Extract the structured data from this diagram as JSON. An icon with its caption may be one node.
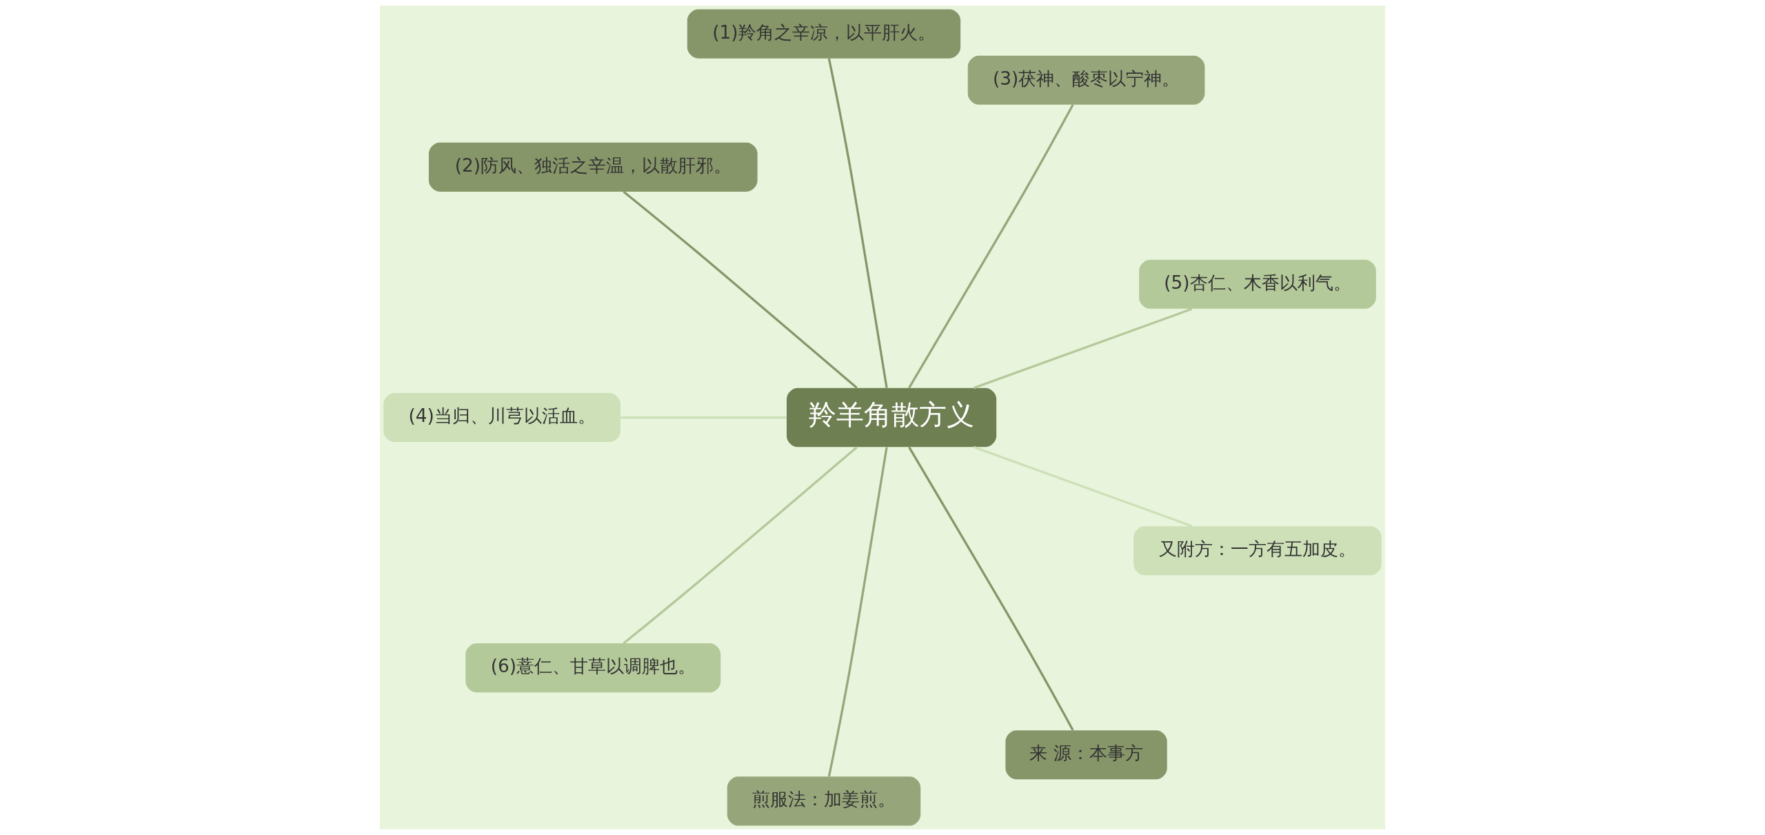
{
  "diagram": {
    "nodes": [
      {
        "text": [
          "羚羊角散方义"
        ]
      },
      {
        "text": [
          "(1)羚角之辛凉，以平肝火。"
        ]
      },
      {
        "text": [
          "(2)防风、独活之辛温，以散肝邪。"
        ]
      },
      {
        "text": [
          "(3)茯神、酸枣以宁神。"
        ]
      },
      {
        "text": [
          "(4)当归、川芎以活血。"
        ]
      },
      {
        "text": [
          "(5)杏仁、木香以利气。"
        ]
      },
      {
        "text": [
          "(6)薏仁、甘草以调脾也。"
        ]
      },
      {
        "text": [
          "又附方：一方有五加皮。"
        ]
      },
      {
        "text": [
          "煎服法：加姜煎。"
        ]
      },
      {
        "text": [
          "来 源：本事方"
        ]
      }
    ],
    "edges": [
      {
        "from": 0,
        "to": 1,
        "arrow": "none"
      },
      {
        "from": 0,
        "to": 2,
        "arrow": "none"
      },
      {
        "from": 0,
        "to": 3,
        "arrow": "none",
        "color": "#97a67a"
      },
      {
        "from": 0,
        "to": 4,
        "arrow": "none",
        "color": "#cde0b8"
      },
      {
        "from": 0,
        "to": 5,
        "arrow": "none",
        "color": "#b4c99a"
      },
      {
        "from": 0,
        "to": 6,
        "arrow": "none",
        "color": "#b4c99a"
      },
      {
        "from": 0,
        "to": 7,
        "arrow": "none",
        "color": "#cde0b8"
      },
      {
        "from": 0,
        "to": 8,
        "arrow": "none",
        "color": "#97a67a"
      },
      {
        "from": 0,
        "to": 9,
        "arrow": "none"
      }
    ]
  }
}
